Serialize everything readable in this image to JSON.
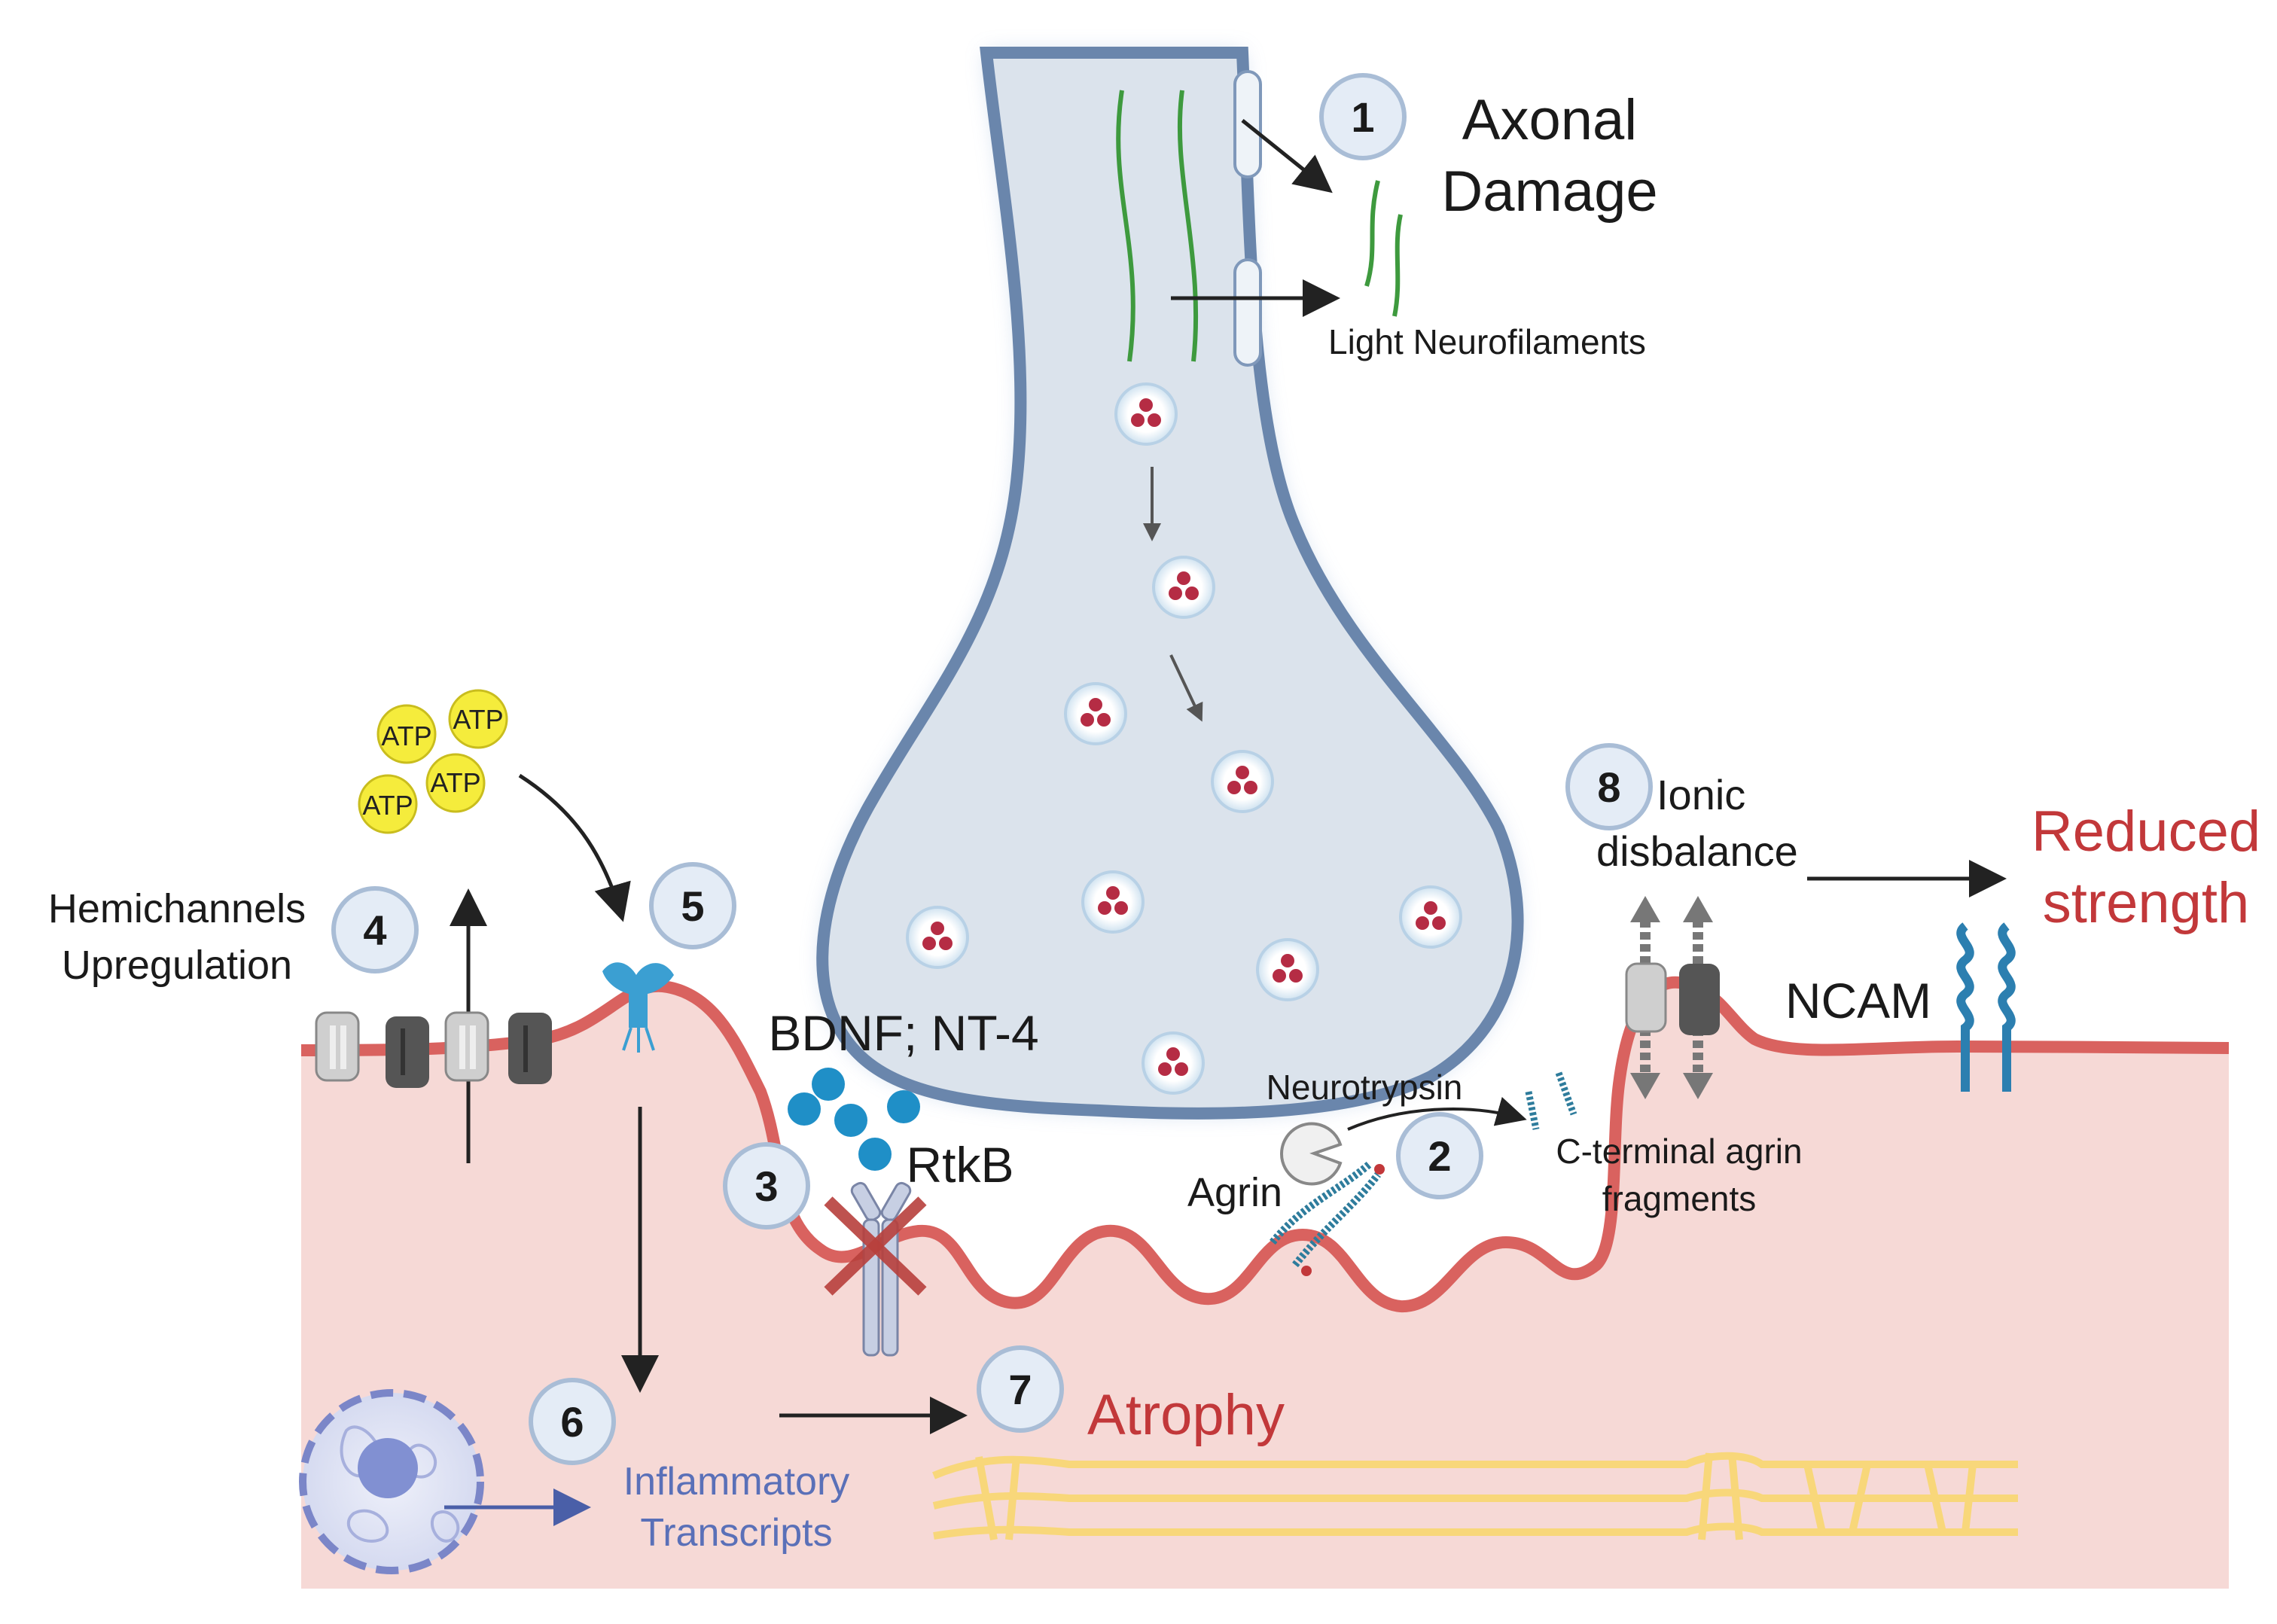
{
  "labels": {
    "axonal_damage_line1": "Axonal",
    "axonal_damage_line2": "Damage",
    "light_neurofilaments": "Light Neurofilaments",
    "atp": "ATP",
    "hemichannels_line1": "Hemichannels",
    "hemichannels_line2": "Upregulation",
    "bdnf": "BDNF; NT-4",
    "rtkb": "RtkB",
    "neurotrypsin": "Neurotrypsin",
    "agrin": "Agrin",
    "c_terminal_line1": "C-terminal agrin",
    "c_terminal_line2": "fragments",
    "ionic_line1": "Ionic",
    "ionic_line2": "disbalance",
    "reduced_line1": "Reduced",
    "reduced_line2": "strength",
    "ncam": "NCAM",
    "inflammatory_line1": "Inflammatory",
    "inflammatory_line2": "Transcripts",
    "atrophy": "Atrophy"
  },
  "steps": [
    "1",
    "2",
    "3",
    "4",
    "5",
    "6",
    "7",
    "8"
  ],
  "colors": {
    "muscle_fill": "#f6d9d6",
    "membrane": "#d9625f",
    "terminal_fill": "#dbe3ec",
    "terminal_outline": "#6a86ac",
    "neurofilament": "#3e9a3e",
    "vesicle_dot": "#b52c44",
    "atp_fill": "#f5ec3c",
    "receptor_blue": "#3b9fd2",
    "bdnf_blue": "#1f8fc7",
    "ncam_blue": "#2c7fb0",
    "red_text": "#c2383a",
    "blue_text": "#5a70b8",
    "myofibril": "#f8d77a"
  }
}
